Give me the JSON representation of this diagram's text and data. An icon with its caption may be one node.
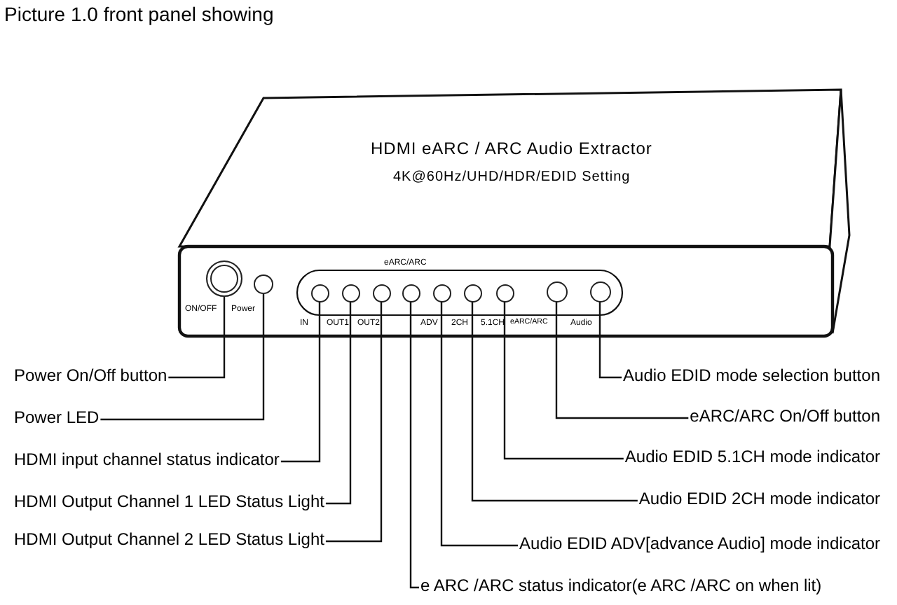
{
  "diagram": {
    "title": "Picture 1.0 front panel showing",
    "nodes": [
      {
        "text": [
          "Power On/Off button"
        ]
      },
      {
        "text": [
          "Power LED"
        ]
      },
      {
        "text": [
          "HDMI input channel status indicator"
        ]
      },
      {
        "text": [
          "HDMI Output Channel 1 LED Status Light"
        ]
      },
      {
        "text": [
          "HDMI Output Channel 2 LED Status Light"
        ]
      },
      {
        "text": [
          "Audio EDID mode selection button"
        ]
      },
      {
        "text": [
          "eARC/ARC On/Off button"
        ]
      },
      {
        "text": [
          "Audio EDID 5.1CH mode indicator"
        ]
      },
      {
        "text": [
          "Audio EDID 2CH mode indicator"
        ]
      },
      {
        "text": [
          "Audio EDID ADV[advance Audio] mode indicator"
        ]
      },
      {
        "text": [
          "e ARC /ARC status indicator(e ARC /ARC on when lit)"
        ]
      },
      {
        "text": [],
        "shape": "circle"
      },
      {
        "text": [],
        "shape": "circle"
      },
      {
        "text": [],
        "shape": "circle"
      },
      {
        "text": [],
        "shape": "circle"
      },
      {
        "text": [],
        "shape": "circle"
      },
      {
        "text": [],
        "shape": "circle"
      },
      {
        "text": [],
        "shape": "circle"
      },
      {
        "text": [],
        "shape": "circle"
      },
      {
        "text": [],
        "shape": "circle"
      },
      {
        "text": [],
        "shape": "circle"
      },
      {
        "text": [],
        "shape": "circle"
      }
    ],
    "edges": [
      {
        "from": 0,
        "to": 11,
        "arrow": "none"
      },
      {
        "from": 1,
        "to": 12,
        "arrow": "none"
      },
      {
        "from": 2,
        "to": 13,
        "arrow": "none"
      },
      {
        "from": 3,
        "to": 14,
        "arrow": "none"
      },
      {
        "from": 4,
        "to": 15,
        "arrow": "none"
      },
      {
        "from": 5,
        "to": 21,
        "arrow": "none"
      },
      {
        "from": 6,
        "to": 20,
        "arrow": "none"
      },
      {
        "from": 7,
        "to": 19,
        "arrow": "none"
      },
      {
        "from": 8,
        "to": 18,
        "arrow": "none"
      },
      {
        "from": 9,
        "to": 17,
        "arrow": "none"
      },
      {
        "from": 10,
        "to": 16,
        "arrow": "none"
      }
    ],
    "labels": [
      "HDMI eARC / ARC Audio Extractor",
      "4K@60Hz/UHD/HDR/EDID Setting",
      "eARC/ARC",
      "ON/OFF",
      "Power",
      "IN",
      "OUT1",
      "OUT2",
      "ADV",
      "2CH",
      "5.1CH",
      "eARC/ARC",
      "Audio"
    ]
  }
}
